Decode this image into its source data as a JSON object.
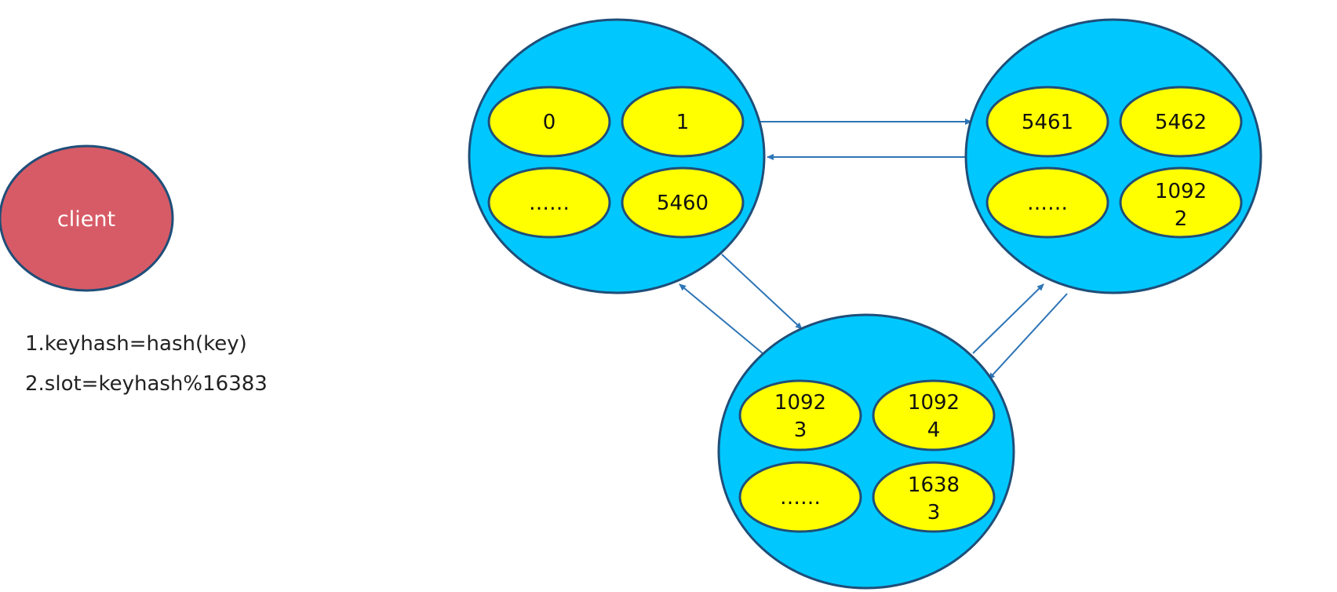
{
  "client": {
    "label": "client",
    "fill": "#d75b66",
    "stroke": "#1f4e79"
  },
  "formulas": [
    "1.keyhash=hash(key)",
    "2.slot=keyhash%16383"
  ],
  "colors": {
    "node_fill": "#00c8ff",
    "node_stroke": "#1f4e79",
    "slot_fill": "#ffff00",
    "slot_stroke": "#1f4e79",
    "arrow": "#2e75b6"
  },
  "nodes": [
    {
      "id": "node-a",
      "slots": [
        [
          "0"
        ],
        [
          "1"
        ],
        [
          "……"
        ],
        [
          "5460"
        ]
      ]
    },
    {
      "id": "node-b",
      "slots": [
        [
          "5461"
        ],
        [
          "5462"
        ],
        [
          "……"
        ],
        [
          "1092",
          "2"
        ]
      ]
    },
    {
      "id": "node-c",
      "slots": [
        [
          "1092",
          "3"
        ],
        [
          "1092",
          "4"
        ],
        [
          "……"
        ],
        [
          "1638",
          "3"
        ]
      ]
    }
  ],
  "links": [
    {
      "from": "node-a",
      "to": "node-b"
    },
    {
      "from": "node-b",
      "to": "node-a"
    },
    {
      "from": "node-a",
      "to": "node-c"
    },
    {
      "from": "node-c",
      "to": "node-a"
    },
    {
      "from": "node-c",
      "to": "node-b"
    },
    {
      "from": "node-b",
      "to": "node-c"
    }
  ]
}
